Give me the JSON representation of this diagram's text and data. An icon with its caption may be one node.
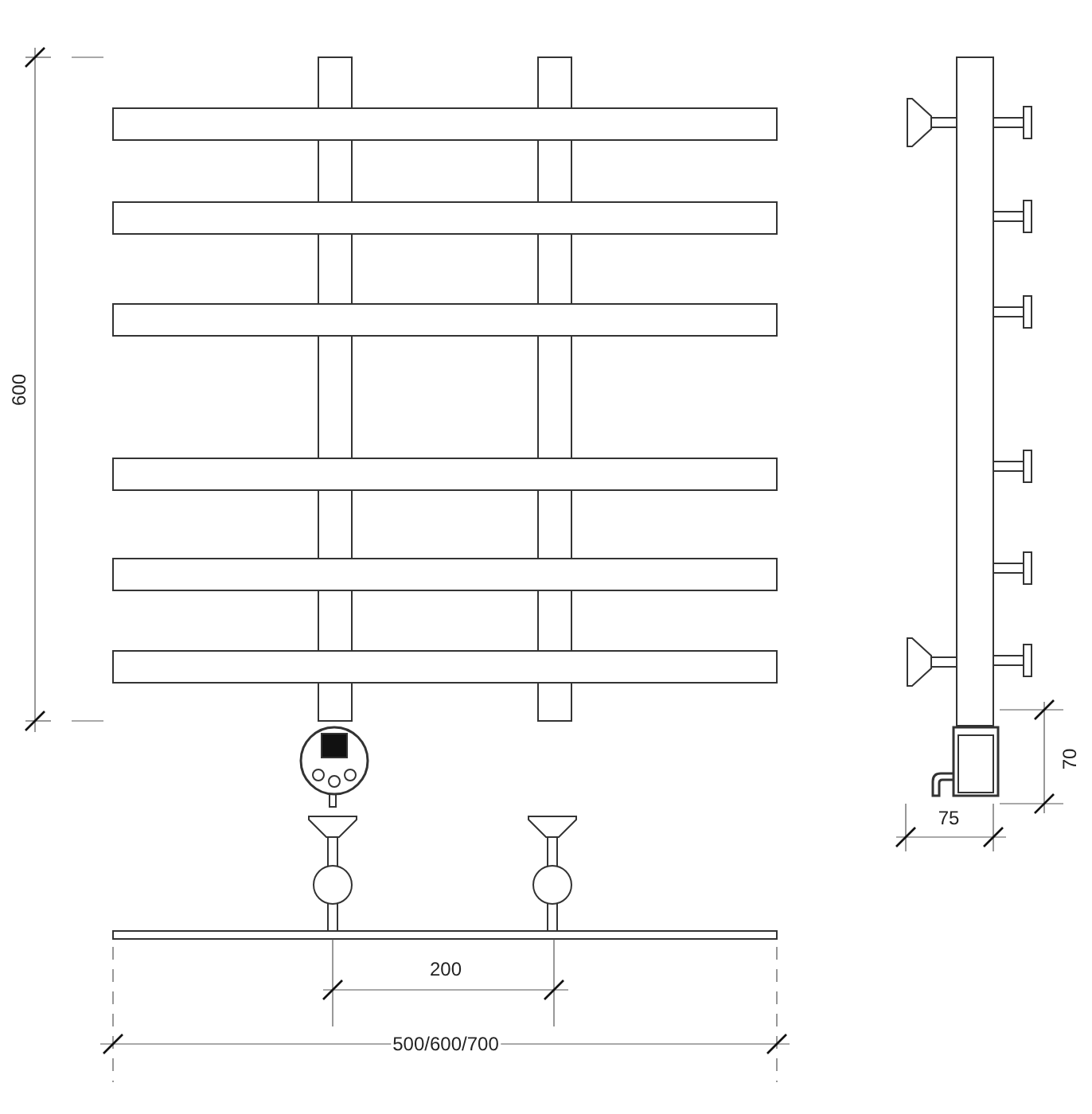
{
  "diagram": {
    "labels": [
      "600",
      "70",
      "75",
      "200",
      "500/600/700"
    ]
  }
}
